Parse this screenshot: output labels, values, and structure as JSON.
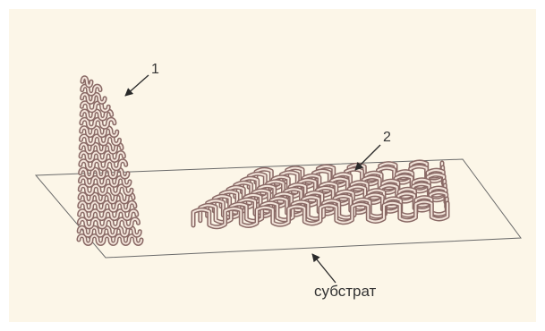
{
  "diagram": {
    "label_vertical": "1",
    "label_horizontal": "2",
    "label_substrate": "субстрат"
  },
  "colors": {
    "panel_background": "#fcf6e8",
    "substrate_line": "#6a6a6a",
    "wire_dark": "#8a6a66",
    "wire_light": "#f2e4da",
    "arrow": "#2a2a2a"
  },
  "icons": {
    "vertical_structure": "vertical-serpentine-wire-stack",
    "horizontal_structure": "horizontal-serpentine-wire-array"
  }
}
